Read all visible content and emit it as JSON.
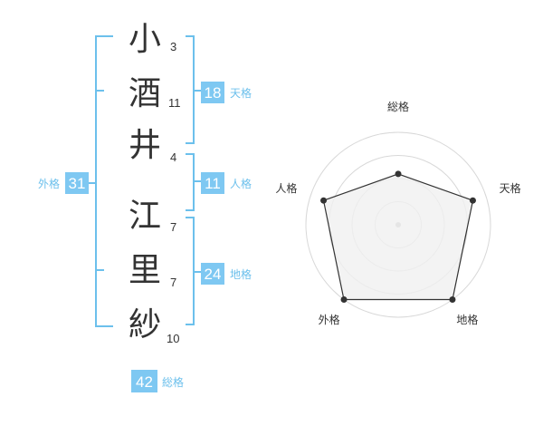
{
  "name_chars": [
    {
      "char": "小",
      "strokes": "3"
    },
    {
      "char": "酒",
      "strokes": "11"
    },
    {
      "char": "井",
      "strokes": "4"
    },
    {
      "char": "江",
      "strokes": "7"
    },
    {
      "char": "里",
      "strokes": "7"
    },
    {
      "char": "紗",
      "strokes": "10"
    }
  ],
  "kakusuu": {
    "tenkaku": {
      "value": "18",
      "label": "天格"
    },
    "jinkaku": {
      "value": "11",
      "label": "人格"
    },
    "chikaku": {
      "value": "24",
      "label": "地格"
    },
    "gaikaku": {
      "value": "31",
      "label": "外格"
    },
    "soukaku": {
      "value": "42",
      "label": "総格"
    }
  },
  "colors": {
    "accent": "#7ec8f2",
    "accent_text": "#6cc0ec",
    "text": "#333333",
    "radar_fill": "#f0f0f0"
  },
  "chart_data": {
    "type": "radar",
    "axes": [
      "総格",
      "天格",
      "地格",
      "外格",
      "人格"
    ],
    "values": [
      0.55,
      0.85,
      1.0,
      1.0,
      0.85
    ],
    "rings": 4
  }
}
